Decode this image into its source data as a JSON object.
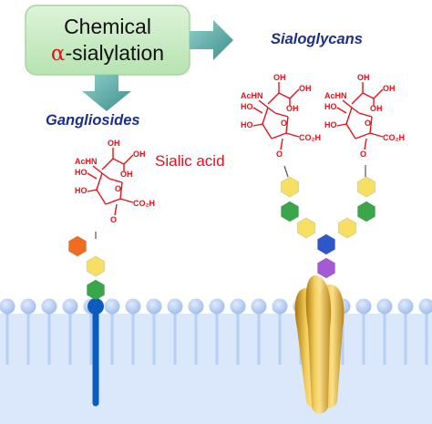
{
  "process_box": {
    "line1": "Chemical",
    "alpha_symbol": "α",
    "line2_rest": "-sialylation"
  },
  "labels": {
    "sialoglycans": "Sialoglycans",
    "gangliosides": "Gangliosides",
    "sialic_acid": "Sialic acid"
  },
  "sialic_acid_structure": {
    "acetamido": "AcHN",
    "hydroxyl": "OH",
    "hydroxyl_left": "HO",
    "carboxyl": "CO₂H",
    "ring_oxygen": "O"
  },
  "colors": {
    "box_fill": "#c8ecc4",
    "arrow": "#5aa7a4",
    "title_text": "#1c2f8c",
    "sialic_acid": "#e8101a",
    "membrane_head": "#a9c6f0",
    "membrane_tail": "#b6cff5",
    "ganglioside_lipid": "#0a5cbf",
    "protein": "#d8a628",
    "sugar_yellow": "#f6df62",
    "sugar_green": "#3aa64a",
    "sugar_orange": "#ef6d22",
    "sugar_blue": "#2e58c7",
    "sugar_purple": "#a45ad6"
  }
}
